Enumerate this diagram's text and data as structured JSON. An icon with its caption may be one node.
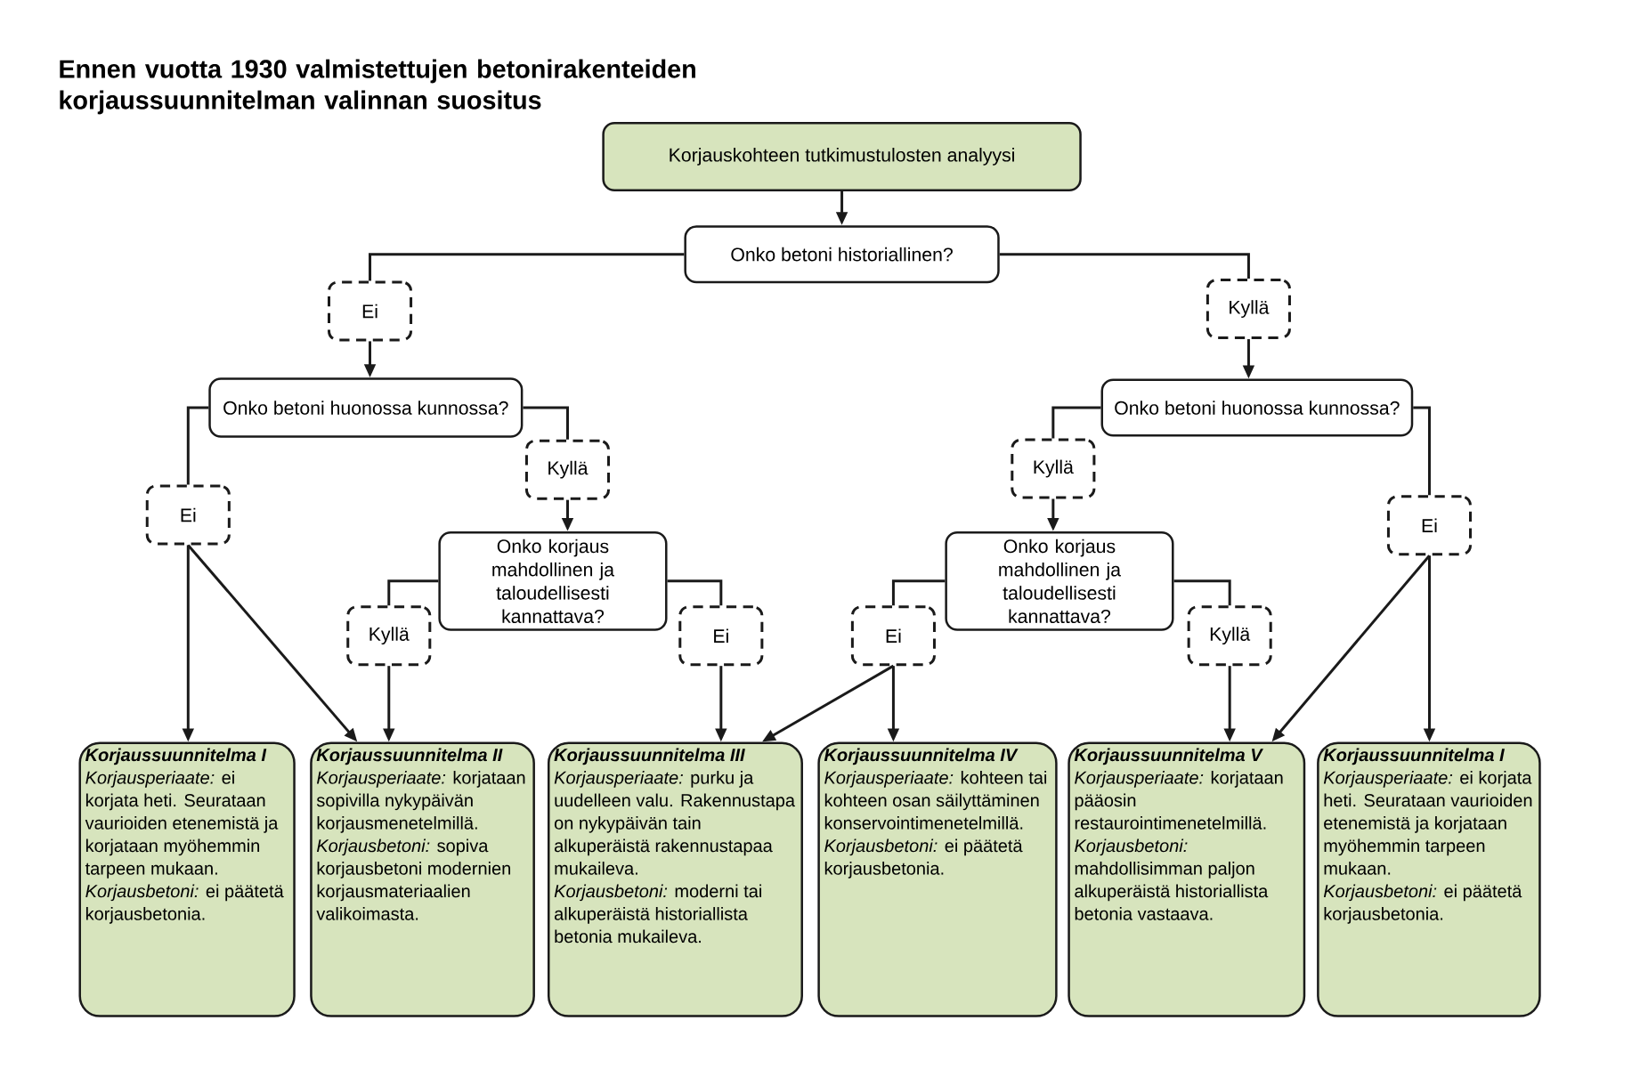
{
  "diagram": {
    "title": "Ennen vuotta 1930 valmistettujen betonirakenteiden korjaussuunnitelman valinnan suositus",
    "nodes": [
      {
        "text": [
          "Korjauskohteen tutkimustulosten analyysi"
        ]
      },
      {
        "text": [
          "Onko betoni historiallinen?"
        ]
      },
      {
        "text": [
          "Ei"
        ]
      },
      {
        "text": [
          "Kyllä"
        ]
      },
      {
        "text": [
          "Onko betoni huonossa kunnossa?"
        ]
      },
      {
        "text": [
          "Onko betoni huonossa kunnossa?"
        ]
      },
      {
        "text": [
          "Ei"
        ]
      },
      {
        "text": [
          "Kyllä"
        ]
      },
      {
        "text": [
          "Kyllä"
        ]
      },
      {
        "text": [
          "Ei"
        ]
      },
      {
        "text": [
          "Onko korjaus mahdollinen ja taloudellisesti kannattava?"
        ]
      },
      {
        "text": [
          "Onko korjaus mahdollinen ja taloudellisesti kannattava?"
        ]
      },
      {
        "text": [
          "Kyllä"
        ]
      },
      {
        "text": [
          "Ei"
        ]
      },
      {
        "text": [
          "Ei"
        ]
      },
      {
        "text": [
          "Kyllä"
        ]
      },
      {
        "text": [
          "Korjaussuunnitelma I",
          "*Korjausperiaate:* ei korjata heti. Seurataan vaurioiden etenemistä ja korjataan myöhemmin tarpeen mukaan.",
          "*Korjausbetoni:* ei päätetä korjausbetonia."
        ]
      },
      {
        "text": [
          "Korjaussuunnitelma II",
          "*Korjausperiaate:* korjataan sopivilla nykypäivän korjausmenetelmillä.",
          "*Korjausbetoni:* sopiva korjausbetoni modernien korjausmateriaalien valikoimasta."
        ]
      },
      {
        "text": [
          "Korjaussuunnitelma III",
          "*Korjausperiaate:* purku ja uudelleen valu. Rakennustapa on nykypäivän tain alkuperäistä rakennustapaa mukaileva.",
          "*Korjausbetoni:* moderni tai alkuperäistä historiallista betonia mukaileva."
        ]
      },
      {
        "text": [
          "Korjaussuunnitelma IV",
          "*Korjausperiaate:* kohteen tai kohteen osan säilyttäminen konservointimenetelmillä.",
          "*Korjausbetoni:* ei päätetä korjausbetonia."
        ]
      },
      {
        "text": [
          "Korjaussuunnitelma V",
          "*Korjausperiaate:* korjataan pääosin restaurointimenetelmillä.",
          "*Korjausbetoni:* mahdollisimman paljon alkuperäistä historiallista betonia vastaava."
        ]
      },
      {
        "text": [
          "Korjaussuunnitelma I",
          "*Korjausperiaate:* ei korjata heti. Seurataan vaurioiden etenemistä ja korjataan myöhemmin tarpeen mukaan.",
          "*Korjausbetoni:* ei päätetä korjausbetonia."
        ]
      }
    ],
    "edges": [
      {
        "from": 0,
        "to": 1,
        "arrow": "to"
      },
      {
        "from": 1,
        "to": 2,
        "arrow": "none"
      },
      {
        "from": 2,
        "to": 4,
        "arrow": "to"
      },
      {
        "from": 1,
        "to": 3,
        "arrow": "none"
      },
      {
        "from": 3,
        "to": 5,
        "arrow": "to"
      },
      {
        "from": 4,
        "to": 6,
        "arrow": "none"
      },
      {
        "from": 4,
        "to": 7,
        "arrow": "none"
      },
      {
        "from": 6,
        "to": 16,
        "arrow": "to"
      },
      {
        "from": 6,
        "to": 17,
        "arrow": "to"
      },
      {
        "from": 7,
        "to": 10,
        "arrow": "to"
      },
      {
        "from": 10,
        "to": 12,
        "arrow": "none"
      },
      {
        "from": 10,
        "to": 13,
        "arrow": "none"
      },
      {
        "from": 12,
        "to": 17,
        "arrow": "to"
      },
      {
        "from": 13,
        "to": 18,
        "arrow": "to"
      },
      {
        "from": 5,
        "to": 8,
        "arrow": "none"
      },
      {
        "from": 5,
        "to": 9,
        "arrow": "none"
      },
      {
        "from": 8,
        "to": 11,
        "arrow": "to"
      },
      {
        "from": 11,
        "to": 14,
        "arrow": "none"
      },
      {
        "from": 11,
        "to": 15,
        "arrow": "none"
      },
      {
        "from": 14,
        "to": 18,
        "arrow": "to"
      },
      {
        "from": 14,
        "to": 19,
        "arrow": "to"
      },
      {
        "from": 15,
        "to": 20,
        "arrow": "to"
      },
      {
        "from": 9,
        "to": 20,
        "arrow": "to"
      },
      {
        "from": 9,
        "to": 21,
        "arrow": "to"
      }
    ]
  }
}
